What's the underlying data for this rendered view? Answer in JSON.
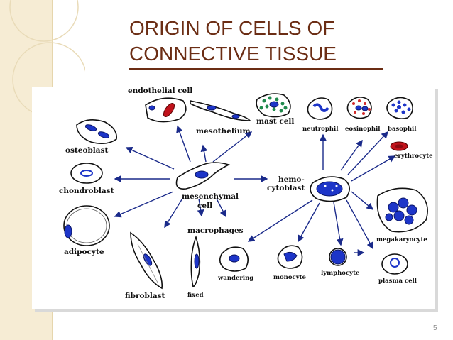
{
  "slide": {
    "title_line1": "ORIGIN OF CELLS OF",
    "title_line2": "CONNECTIVE TISSUE",
    "page_number": "5"
  },
  "diagram": {
    "labels": {
      "endothelial_cell": "endothelial cell",
      "mesothelium": "mesothelium",
      "mast_cell": "mast cell",
      "osteoblast": "osteoblast",
      "chondroblast": "chondroblast",
      "mesenchymal_line1": "mesenchymal",
      "mesenchymal_line2": "cell",
      "macrophages": "macrophages",
      "adipocyte": "adipocyte",
      "fibroblast": "fibroblast",
      "fixed": "fixed",
      "wandering": "wandering",
      "hemocytoblast_line1": "hemo-",
      "hemocytoblast_line2": "cytoblast",
      "neutrophil": "neutrophil",
      "eosinophil": "eosinophil",
      "basophil": "basophil",
      "erythrocyte": "erythrocyte",
      "megakaryocyte": "megakaryocyte",
      "monocyte": "monocyte",
      "lymphocyte": "lymphocyte",
      "plasma_cell": "plasma cell"
    },
    "colors": {
      "title": "#6b2d14",
      "nucleus": "#1d35c8",
      "mast_granules": "#1f8a4c",
      "erythrocyte": "#c0121b",
      "eosinophil_granules": "#d22a2a",
      "arrows": "#1a2a8a"
    }
  }
}
